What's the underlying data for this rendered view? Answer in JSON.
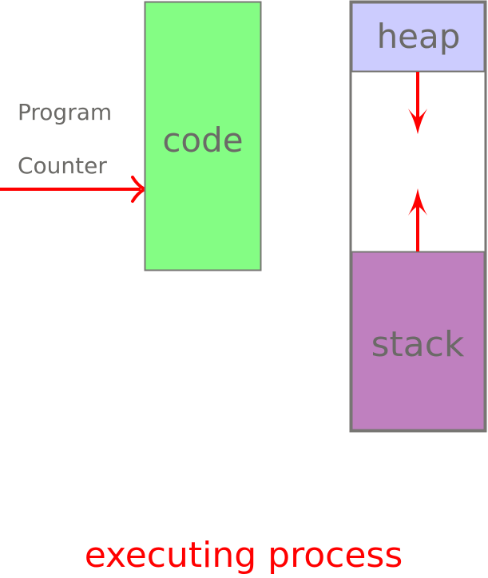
{
  "diagram": {
    "program_counter": {
      "line1": "Program",
      "line2": "Counter"
    },
    "code": {
      "label": "code",
      "color": "#84fd84"
    },
    "memory": {
      "heap": {
        "label": "heap",
        "color": "#ccccfe"
      },
      "stack": {
        "label": "stack",
        "color": "#bf80bf"
      },
      "free_color": "#ffffff"
    },
    "caption": "executing process",
    "colors": {
      "arrow": "#ff0000",
      "border": "#777673",
      "text": "#6b6a67"
    }
  }
}
